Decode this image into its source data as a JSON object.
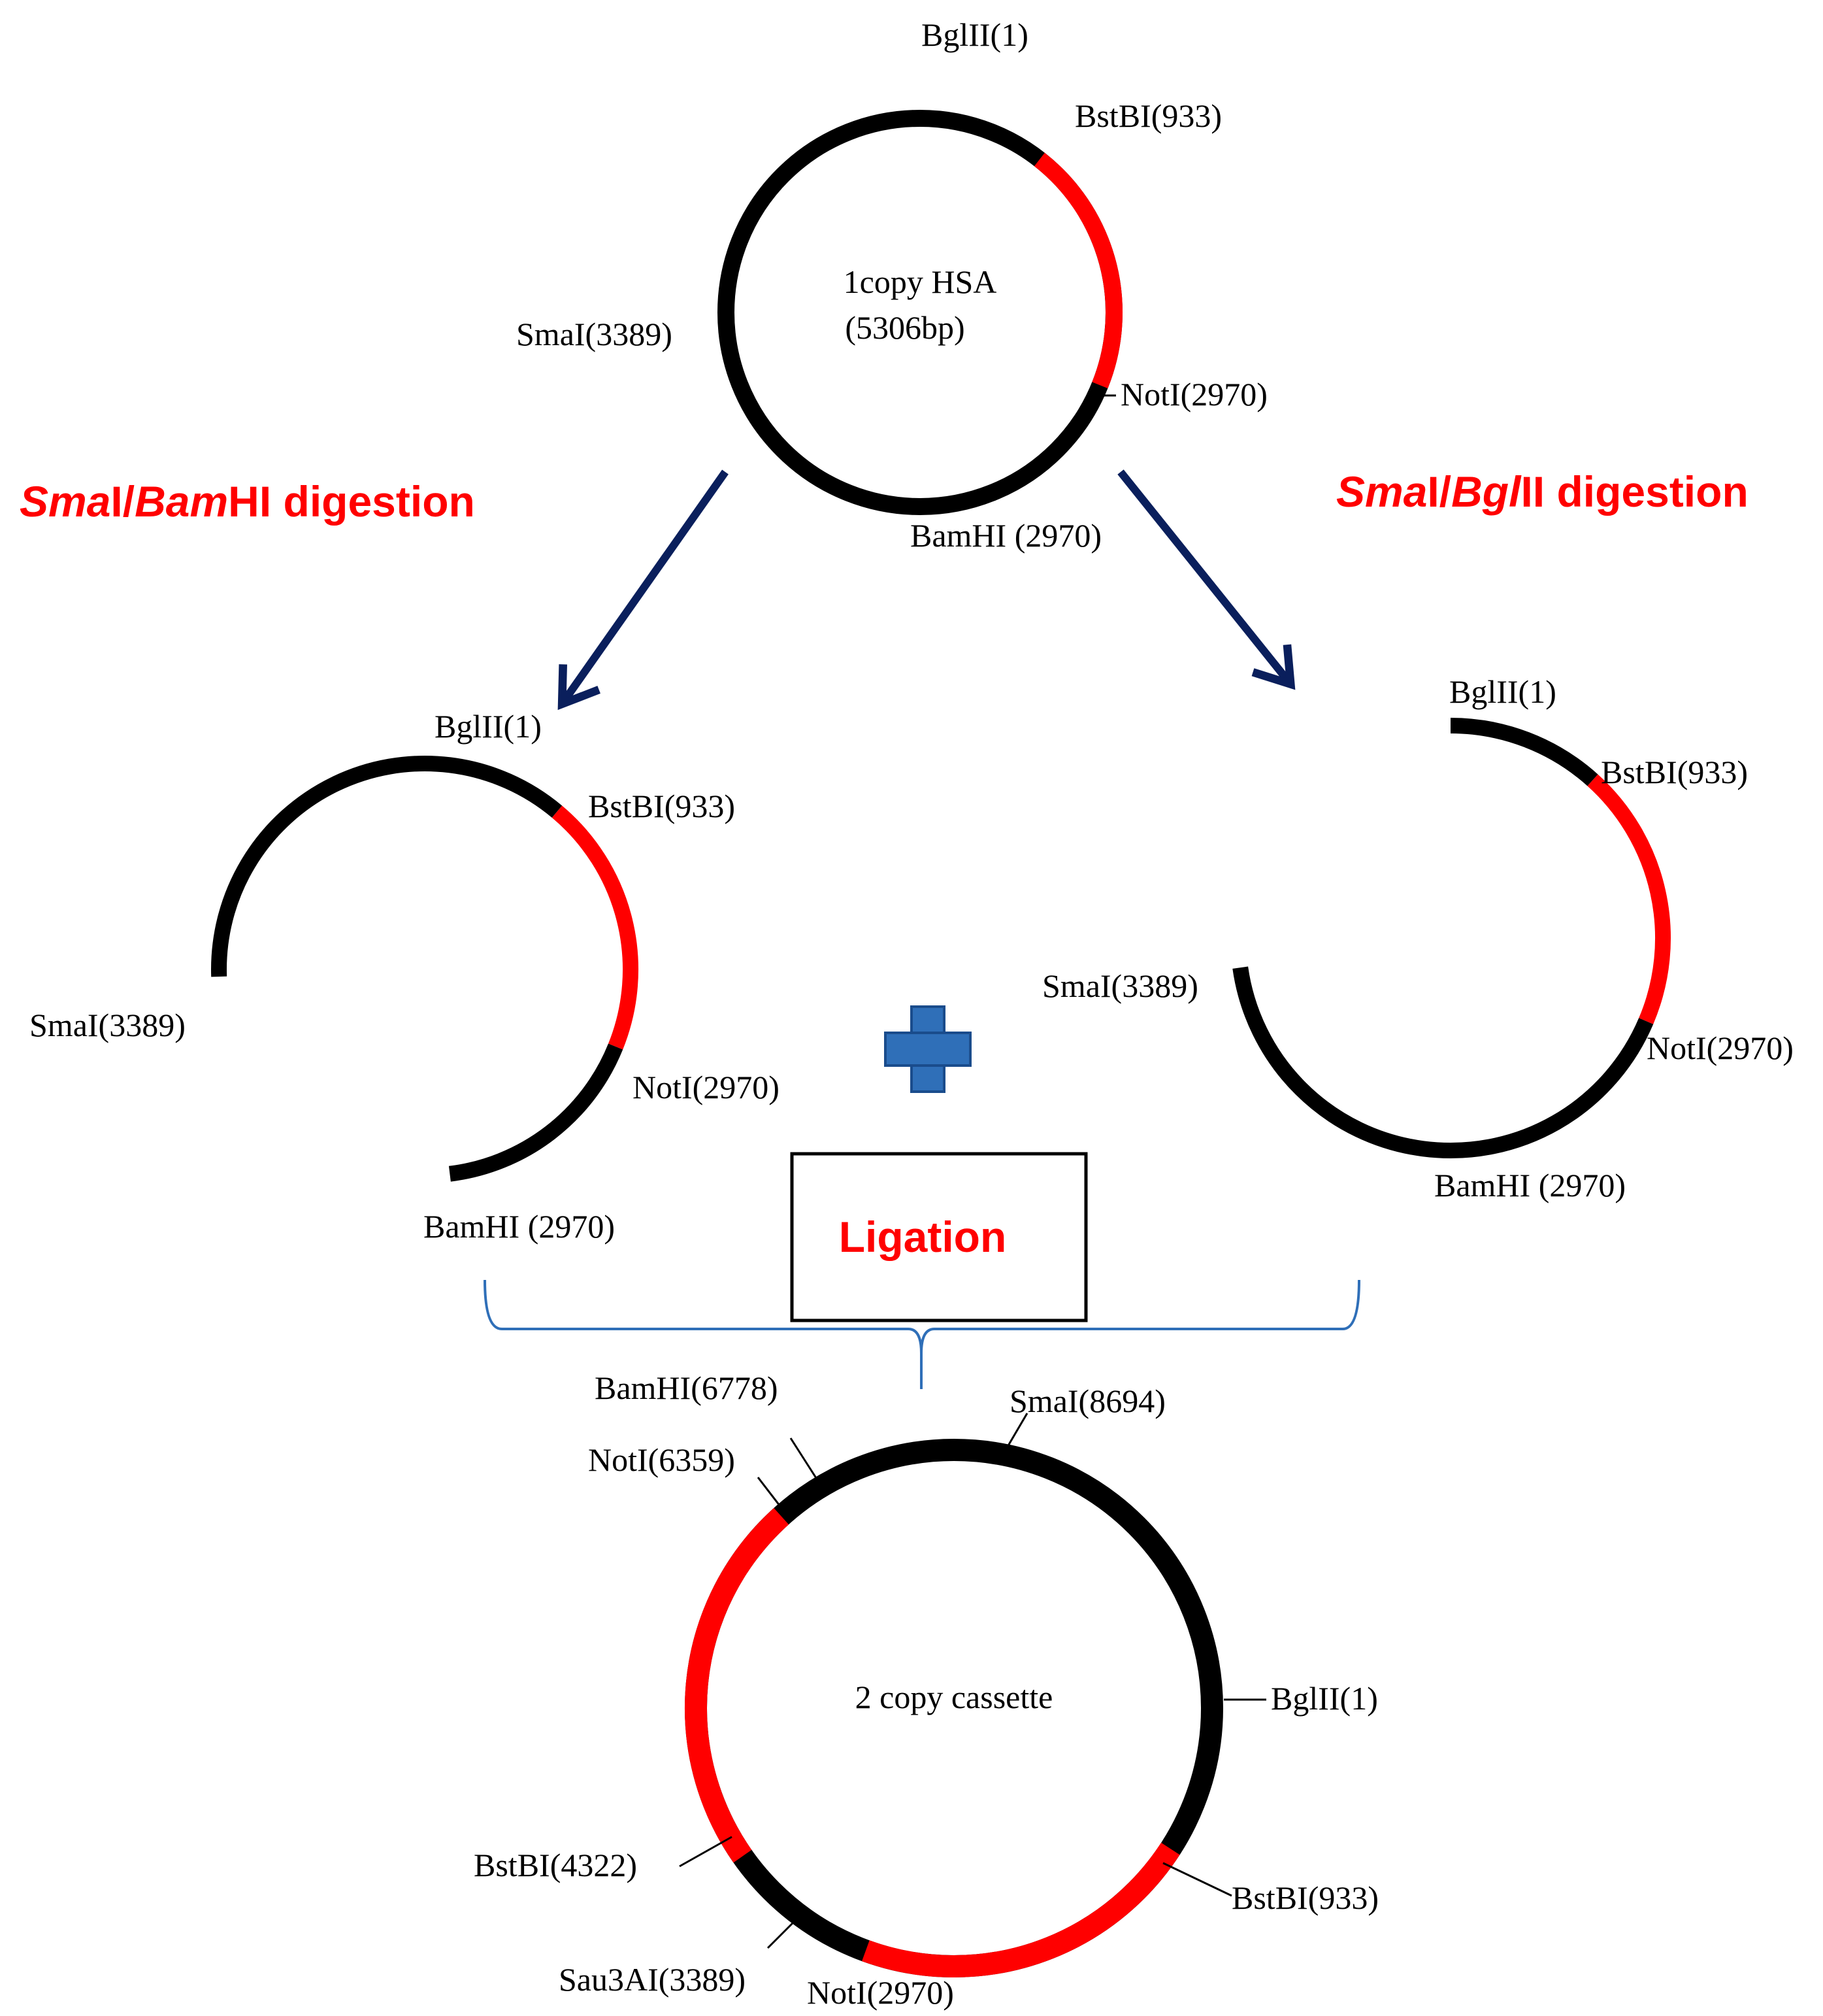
{
  "colors": {
    "backbone": "#000000",
    "insert": "#ff0000",
    "arrow": "#0a1f5c",
    "plus": "#2f6fb8",
    "brace": "#2f6fb8",
    "step_text": "#ff0000"
  },
  "top_plasmid": {
    "name_line1": "1copy HSA",
    "name_line2": "(5306bp)",
    "sites": {
      "bglii": "BglII(1)",
      "bstbi": "BstBI(933)",
      "smai": "SmaI(3389)",
      "noti": "NotI(2970)",
      "bamhi": "BamHI (2970)"
    }
  },
  "digestion_left": {
    "enzyme1": "Sma",
    "sep1": "I/",
    "enzyme2": "Bam",
    "rest": "HI digestion"
  },
  "digestion_right": {
    "enzyme1": "Sma",
    "sep1": "I/",
    "enzyme2": "Bgl",
    "rest": "II digestion"
  },
  "left_fragment": {
    "sites": {
      "bglii": "BglII(1)",
      "bstbi": "BstBI(933)",
      "smai": "SmaI(3389)",
      "noti": "NotI(2970)",
      "bamhi": "BamHI (2970)"
    }
  },
  "right_fragment": {
    "sites": {
      "bglii": "BglII(1)",
      "bstbi": "BstBI(933)",
      "smai": "SmaI(3389)",
      "noti": "NotI(2970)",
      "bamhi": "BamHI (2970)"
    }
  },
  "ligation": {
    "label": "Ligation"
  },
  "bottom_plasmid": {
    "name": "2 copy cassette",
    "sites": {
      "bamhi": "BamHI(6778)",
      "smai": "SmaI(8694)",
      "noti_top": "NotI(6359)",
      "bglii": "BglII(1)",
      "bstbi_left": "BstBI(4322)",
      "bstbi_right": "BstBI(933)",
      "sau3ai": "Sau3AI(3389)",
      "noti_bottom": "NotI(2970)"
    }
  }
}
